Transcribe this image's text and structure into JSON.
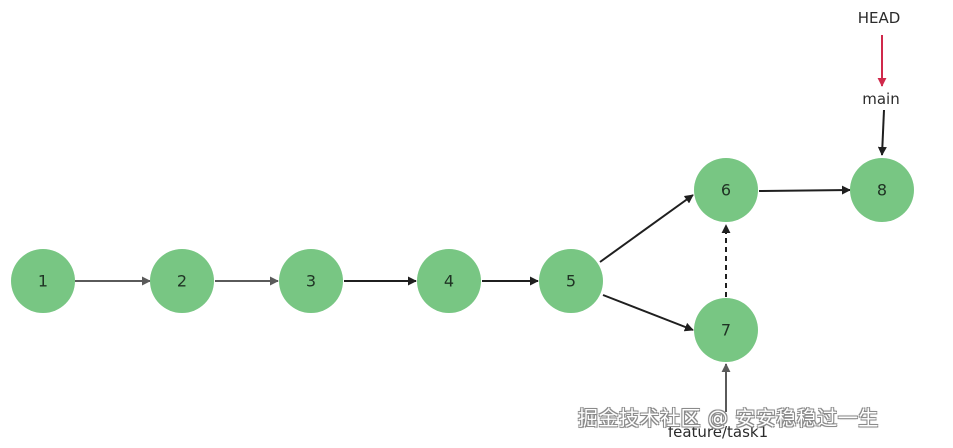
{
  "diagram": {
    "commits": [
      {
        "id": "c1",
        "label": "1"
      },
      {
        "id": "c2",
        "label": "2"
      },
      {
        "id": "c3",
        "label": "3"
      },
      {
        "id": "c4",
        "label": "4"
      },
      {
        "id": "c5",
        "label": "5"
      },
      {
        "id": "c6",
        "label": "6"
      },
      {
        "id": "c7",
        "label": "7"
      },
      {
        "id": "c8",
        "label": "8"
      }
    ],
    "refs": {
      "head": "HEAD",
      "main": "main",
      "feature": "feature/task1"
    },
    "colors": {
      "node": "#78c683",
      "edge": "#1f1f1f",
      "edge_light": "#5a5a5a",
      "head_arrow": "#d0294b"
    }
  },
  "watermark": "掘金技术社区 @ 安安稳稳过一生"
}
